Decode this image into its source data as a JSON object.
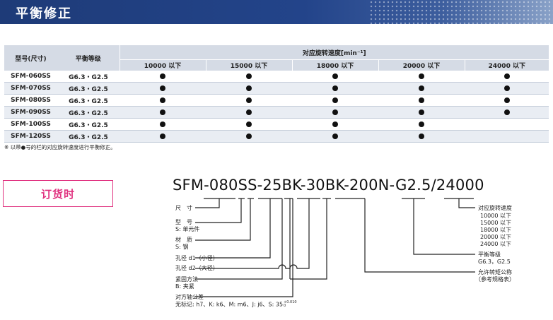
{
  "section_title": "平衡修正",
  "table": {
    "col_model": "型号(尺寸)",
    "col_grade": "平衡等级",
    "speed_header": "对应旋转速度[min⁻¹]",
    "speeds": [
      "10000 以下",
      "15000 以下",
      "18000 以下",
      "20000 以下",
      "24000 以下"
    ],
    "rows": [
      {
        "model": "SFM-060SS",
        "grade": "G6.3・G2.5",
        "marks": [
          true,
          true,
          true,
          true,
          true
        ]
      },
      {
        "model": "SFM-070SS",
        "grade": "G6.3・G2.5",
        "marks": [
          true,
          true,
          true,
          true,
          true
        ]
      },
      {
        "model": "SFM-080SS",
        "grade": "G6.3・G2.5",
        "marks": [
          true,
          true,
          true,
          true,
          true
        ]
      },
      {
        "model": "SFM-090SS",
        "grade": "G6.3・G2.5",
        "marks": [
          true,
          true,
          true,
          true,
          true
        ]
      },
      {
        "model": "SFM-100SS",
        "grade": "G6.3・G2.5",
        "marks": [
          true,
          true,
          true,
          true,
          false
        ]
      },
      {
        "model": "SFM-120SS",
        "grade": "G6.3・G2.5",
        "marks": [
          true,
          true,
          true,
          true,
          false
        ]
      }
    ],
    "mark_symbol": "●"
  },
  "note": "※ 以带●号的栏的对应旋转速度进行平衡修正。",
  "order_label": "订货时",
  "model_code": "SFM-080SS-25BK-30BK-200N-G2.5/24000",
  "left_labels": {
    "size": "尺　寸",
    "model_type": "型　号",
    "model_type_detail": "S: 单元件",
    "material": "材　质",
    "material_detail": "S: 钢",
    "bore_d1": "孔径 d1（小径）",
    "bore_d2": "孔径 d2（大径）",
    "clamp": "紧固方法",
    "clamp_detail": "B: 夹紧",
    "tolerance": "对方轴公差",
    "tolerance_detail": "无标记: h7、K: k6、M: m6、J: j6、S: 35",
    "tolerance_sup": "+0.010",
    "tolerance_sub": "0"
  },
  "right_labels": {
    "speed_title": "对应旋转速度",
    "speeds": [
      "10000 以下",
      "15000 以下",
      "18000 以下",
      "20000 以下",
      "24000 以下"
    ],
    "grade_title": "平衡等级",
    "grade_values": "G6.3，G2.5",
    "torque_title": "允许转矩公称",
    "torque_detail": "（参考规格表）"
  }
}
